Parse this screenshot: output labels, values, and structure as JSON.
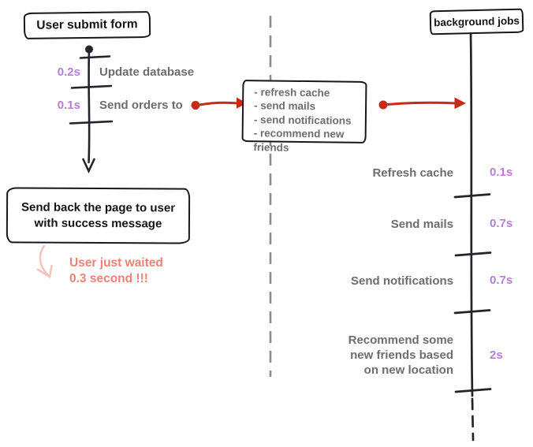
{
  "colors": {
    "ink_black": "#17171d",
    "label_gray": "#6d6d6d",
    "duration_purple": "#b87fd0",
    "arrow_red": "#c52b17",
    "note_pink": "#ec8176",
    "note_arrow_pink": "#f0c4bd",
    "divider_gray": "#8d8d8d"
  },
  "left_flow": {
    "title": "User submit form",
    "steps": [
      {
        "duration": "0.2s",
        "label": "Update database"
      },
      {
        "duration": "0.1s",
        "label": "Send orders to"
      }
    ],
    "result_box": "Send back the page to user\nwith success message",
    "note": "User just waited\n0.3 second !!!"
  },
  "task_box": {
    "items": [
      "- refresh cache",
      "- send mails",
      "- send notifications",
      "- recommend new friends"
    ]
  },
  "right_flow": {
    "title": "background jobs",
    "jobs": [
      {
        "label": "Refresh cache",
        "duration": "0.1s"
      },
      {
        "label": "Send mails",
        "duration": "0.7s"
      },
      {
        "label": "Send notifications",
        "duration": "0.7s"
      },
      {
        "label": "Recommend some\nnew friends based\non new location",
        "duration": "2s"
      }
    ]
  }
}
